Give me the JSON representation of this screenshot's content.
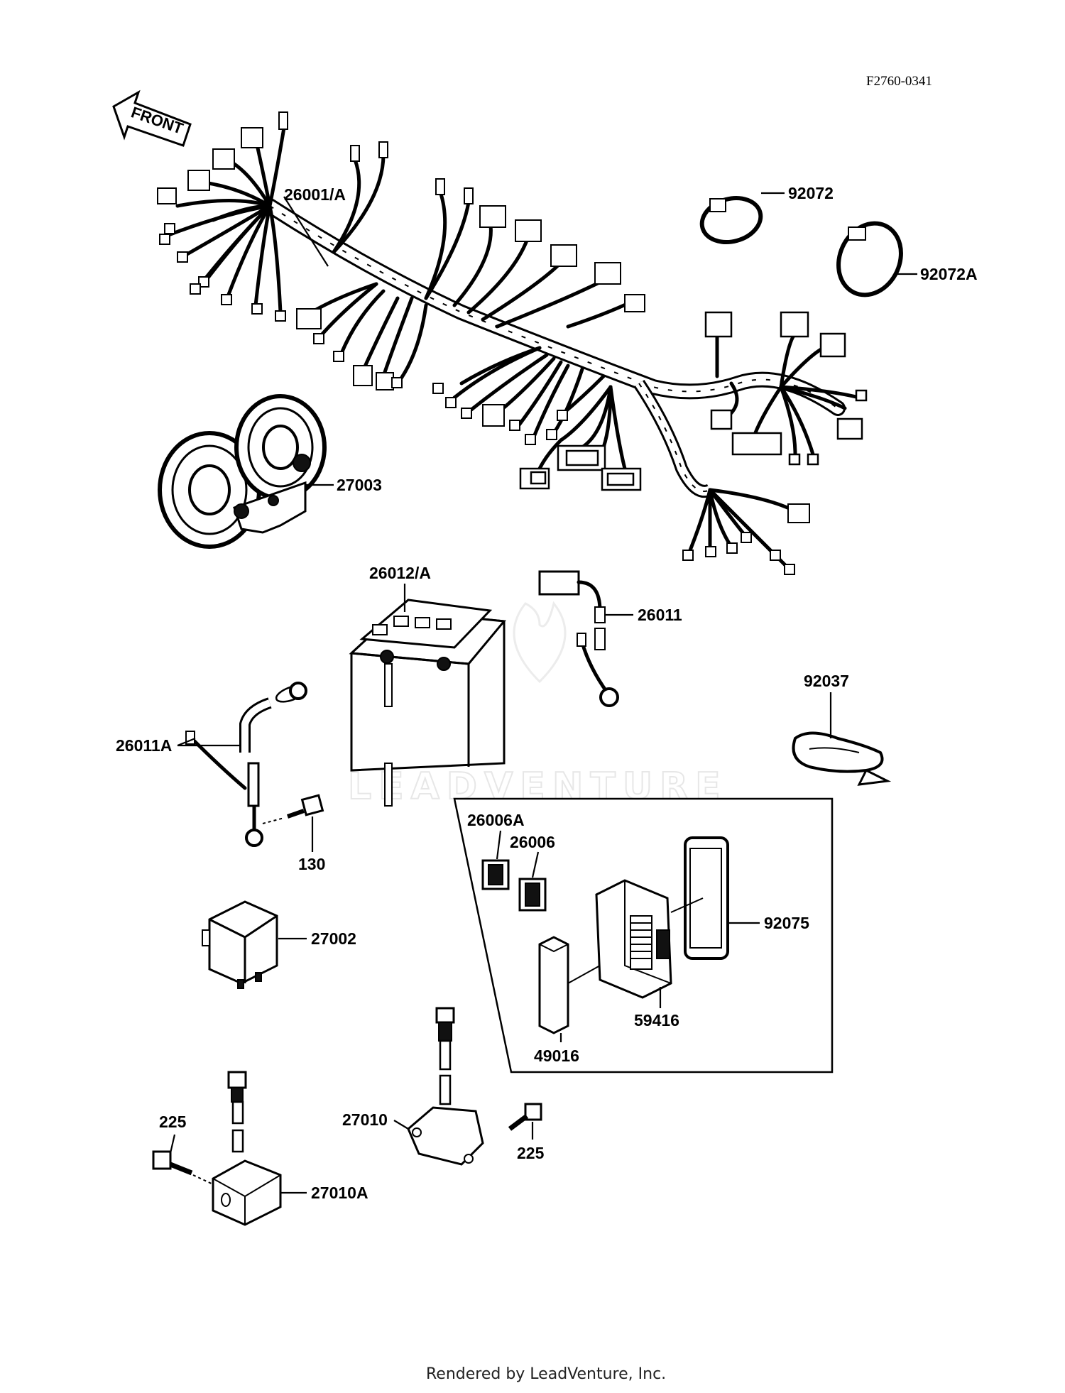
{
  "figure_code": "F2760-0341",
  "front_arrow_label": "FRONT",
  "parts": {
    "harness": "26001/A",
    "band_a": "92072",
    "band_b": "92072A",
    "horn": "27003",
    "battery": "26012/A",
    "lead": "26011",
    "lead_a": "26011A",
    "clamp": "92037",
    "bolt_130": "130",
    "fuse_a": "26006A",
    "fuse": "26006",
    "relay": "27002",
    "cover": "92075",
    "regulator": "59416",
    "bracket": "49016",
    "switch": "27010",
    "switch_a": "27010A",
    "bolt_225_left": "225",
    "bolt_225_right": "225"
  },
  "watermark": "LEADVENTURE",
  "footer": "Rendered by LeadVenture, Inc."
}
